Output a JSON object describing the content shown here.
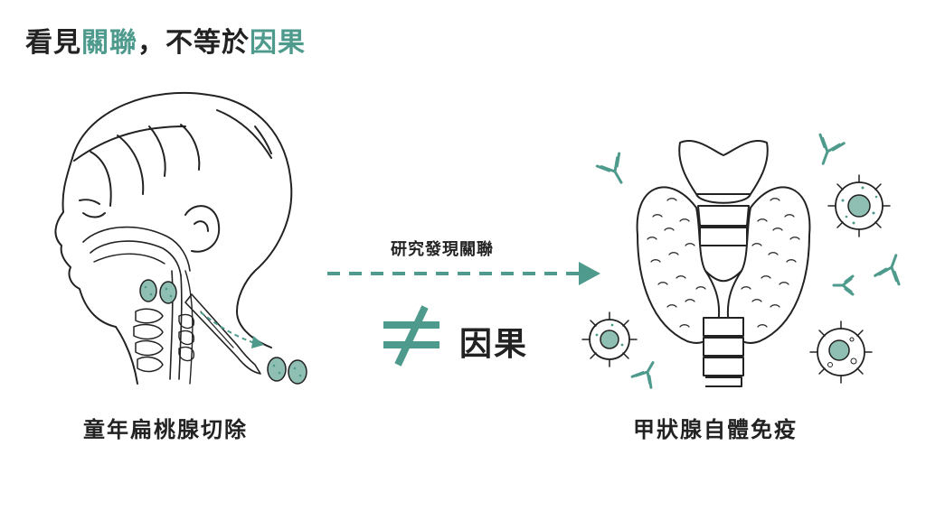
{
  "title": {
    "part1": "看見",
    "part2": "關聯",
    "part3": "，不等於",
    "part4": "因果"
  },
  "left_caption": "童年扁桃腺切除",
  "right_caption": "甲狀腺自體免疫",
  "arrow_label": "研究發現關聯",
  "not_equal_label": "因果",
  "colors": {
    "accent": "#4e9a8c",
    "accent_light": "#8fbfb3",
    "ink": "#222222"
  }
}
